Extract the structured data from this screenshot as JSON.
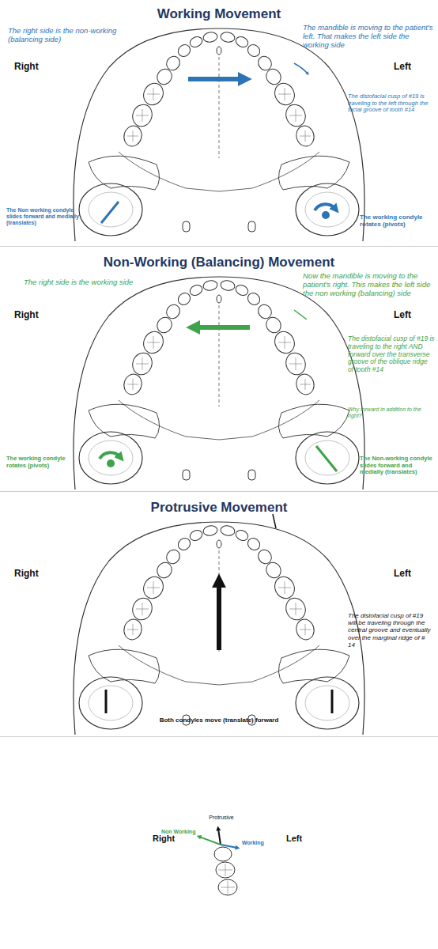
{
  "diagram": {
    "nodes": [
      {
        "text": [
          "Working Movement",
          "Right",
          "Left",
          "The right side is the non-working (balancing side)",
          "The mandible is moving to the patient's left. That makes the left side the working side",
          "The distofacial cusp of #19 is traveling to the left through the facial groove of tooth #14",
          "The Non working condyle slides forward and medially (translates)",
          "The working condyle rotates (pivots)"
        ]
      },
      {
        "text": [
          "Non-Working (Balancing) Movement",
          "Right",
          "Left",
          "The right side is the working side",
          "Now the mandible is moving to the patient's right. This makes the left side the non working (balancing) side",
          "The distofacial cusp of #19 is traveling to the right AND forward over the transverse groove of the oblique ridge of tooth #14",
          "Why forward in addition to the right?",
          "The working condyle rotates (pivots)",
          "The Non-working condyle slides forward and medially (translates)"
        ]
      },
      {
        "text": [
          "Protrusive Movement",
          "Right",
          "Left",
          "The distofacial cusp of #19 will be traveling through the central groove and eventually over the marginal ridge of # 14",
          "Both condyles move (translate) forward"
        ]
      },
      {
        "text": [
          "Protrusive",
          "Non Working",
          "Working",
          "Right",
          "Left"
        ]
      }
    ]
  }
}
